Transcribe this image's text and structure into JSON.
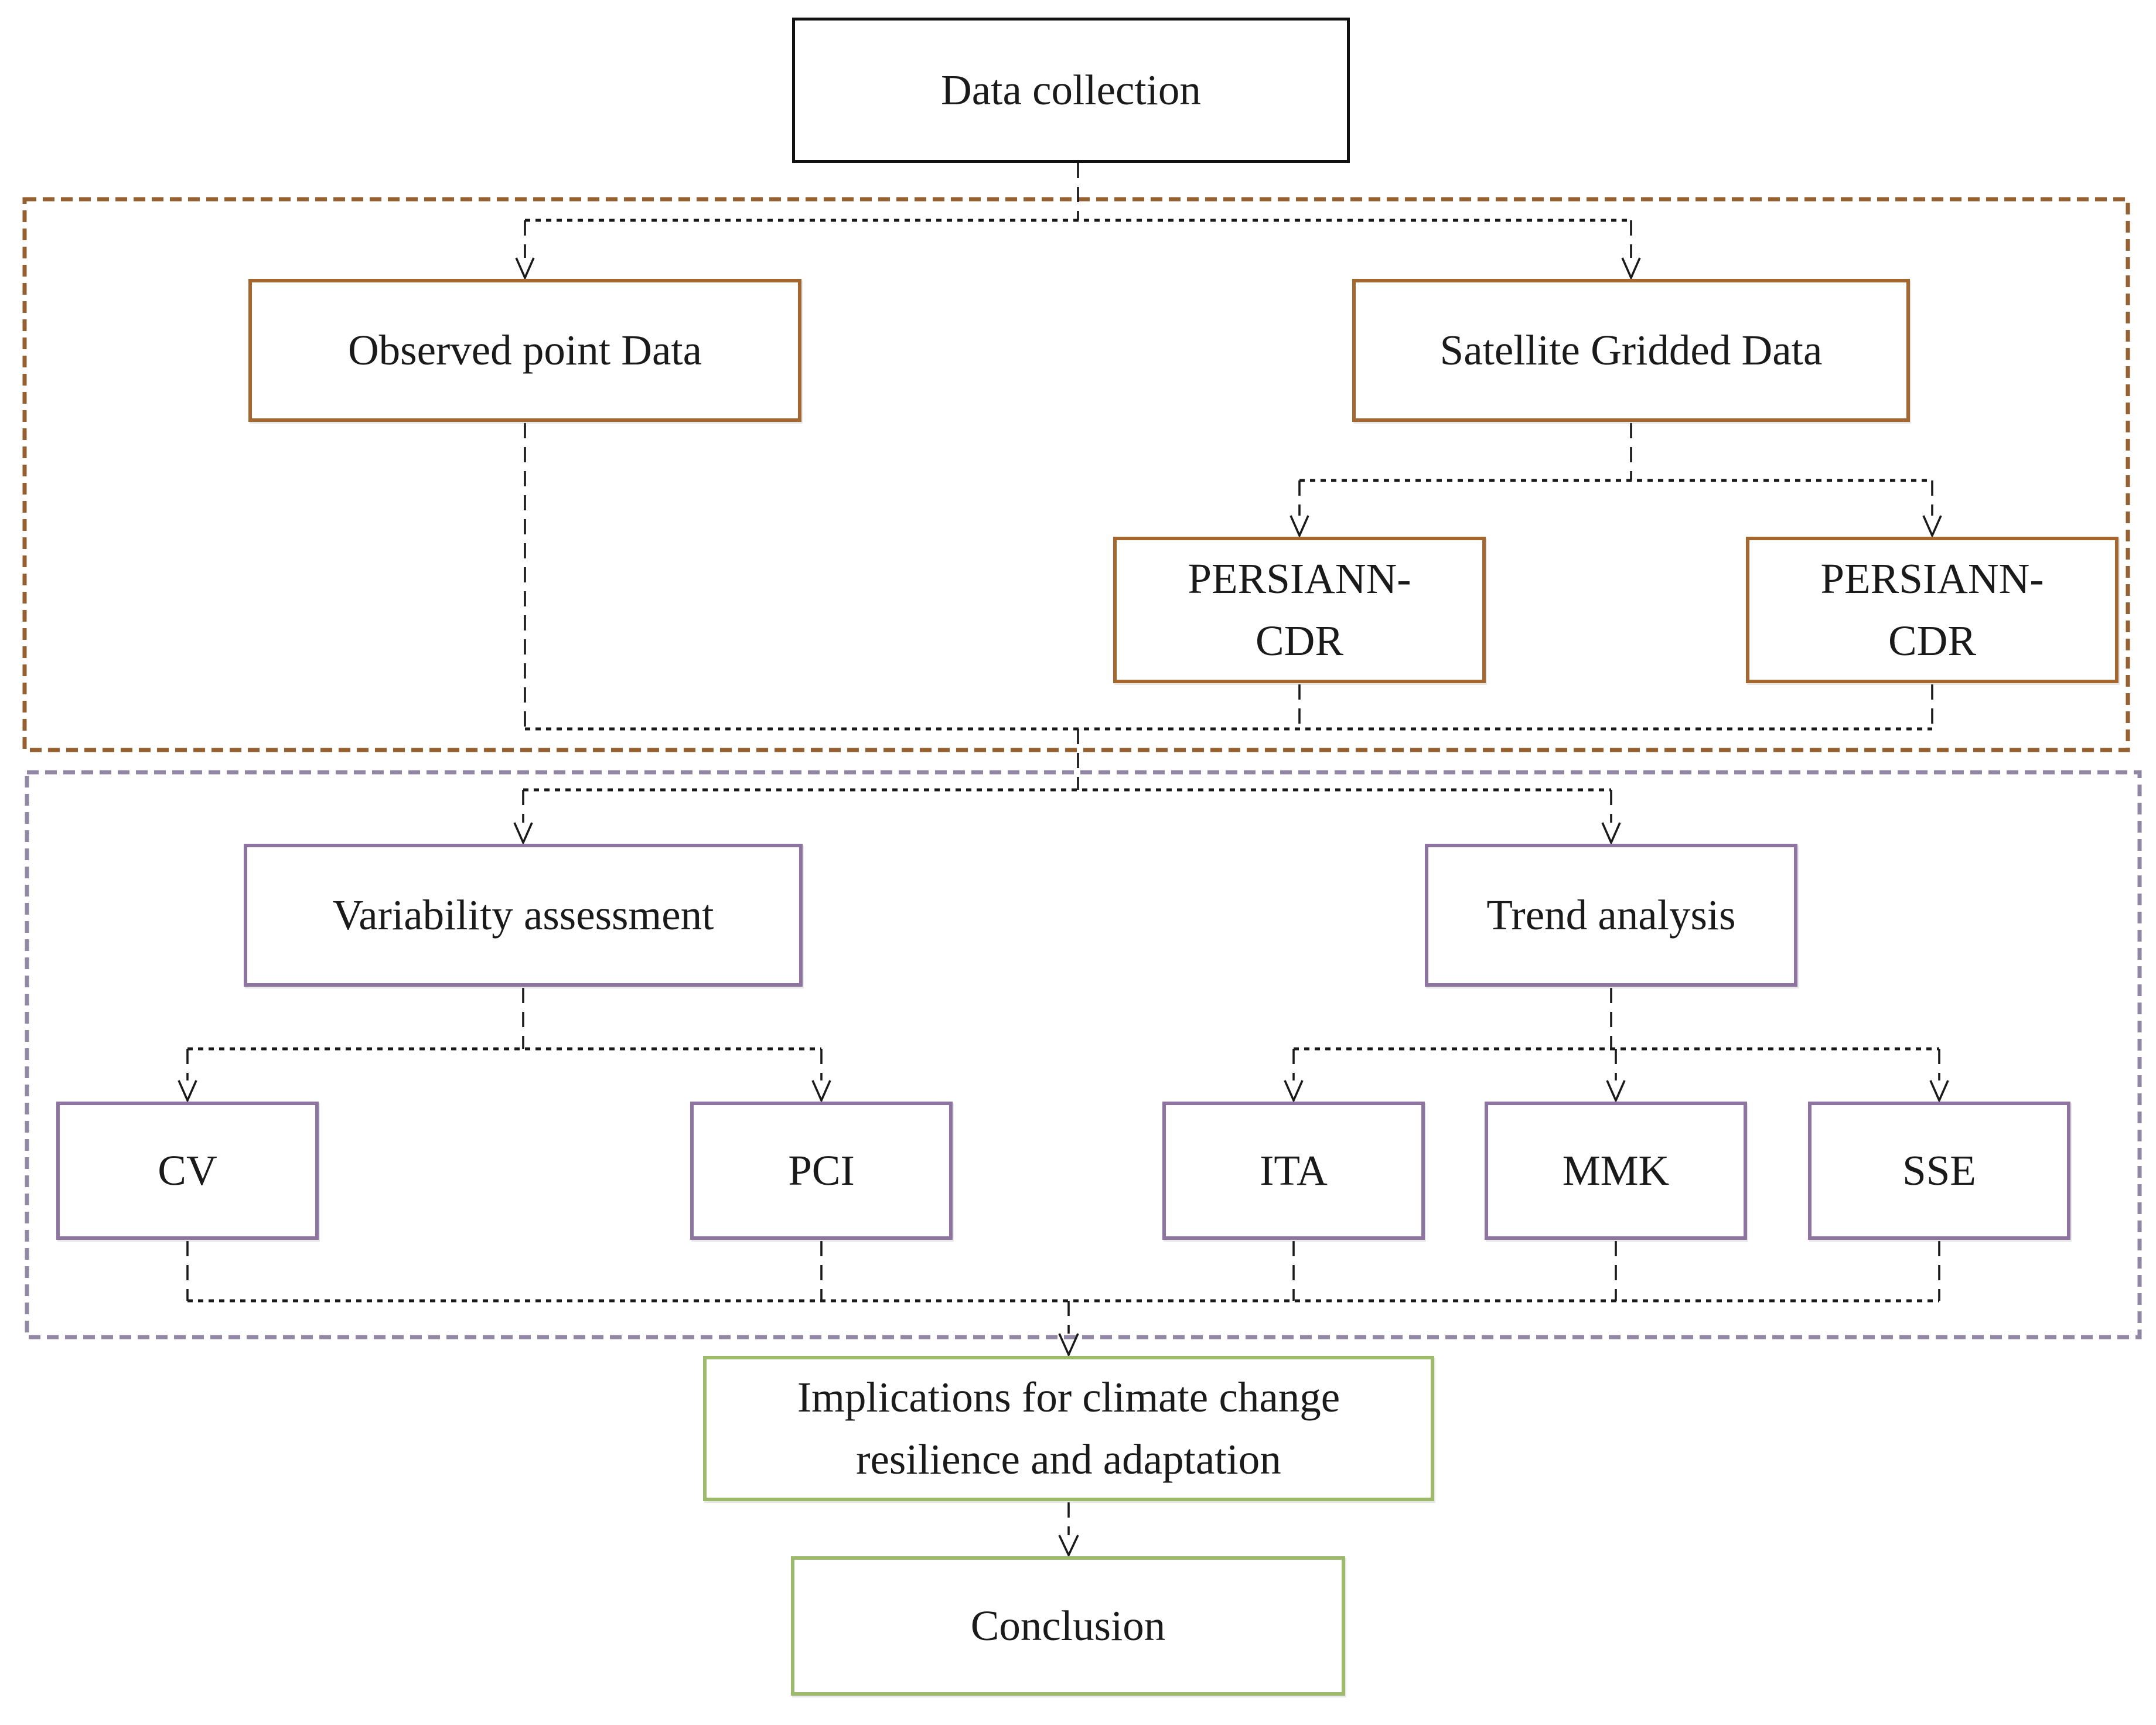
{
  "diagram": {
    "boxes": {
      "data_collection": {
        "label": "Data collection"
      },
      "observed": {
        "label": "Observed point Data"
      },
      "satellite": {
        "label": "Satellite Gridded Data"
      },
      "persiann_left": {
        "label_lines": [
          "PERSIANN-",
          "CDR"
        ]
      },
      "persiann_right": {
        "label_lines": [
          "PERSIANN-",
          "CDR"
        ]
      },
      "variability": {
        "label": "Variability assessment"
      },
      "trend": {
        "label": "Trend analysis"
      },
      "cv": {
        "label": "CV"
      },
      "pci": {
        "label": "PCI"
      },
      "ita": {
        "label": "ITA"
      },
      "mmk": {
        "label": "MMK"
      },
      "sse": {
        "label": "SSE"
      },
      "implications": {
        "label_lines": [
          "Implications for climate change",
          "resilience and adaptation"
        ]
      },
      "conclusion": {
        "label": "Conclusion"
      }
    },
    "colors": {
      "background": "#FFFFFF",
      "text": "#1A1A1A",
      "black_box_border": "#111111",
      "orange_box_border": "#A4672F",
      "purple_box_border": "#8E74A0",
      "green_box_border": "#9DBA6B",
      "orange_container_dash": "#96602F",
      "purple_container_dash": "#9186A4",
      "connector_line": "#1A1A1A"
    }
  }
}
